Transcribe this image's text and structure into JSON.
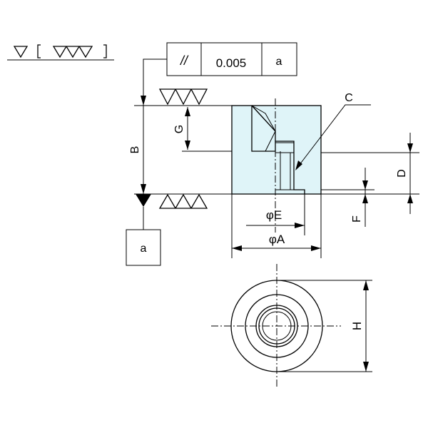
{
  "surface_finish": {
    "general_symbol": "▽",
    "bracket_open": "(",
    "bracket_close": ")",
    "bracket_symbol": "▽▽▽"
  },
  "tolerance_frame": {
    "characteristic_symbol": "//",
    "tolerance": "0.005",
    "datum": "a"
  },
  "datum_box": {
    "label": "a"
  },
  "dimensions": {
    "B": "B",
    "G": "G",
    "D": "D",
    "F": "F",
    "E": "φE",
    "A": "φA",
    "H": "H",
    "C": "C"
  },
  "colors": {
    "part_fill": "#dff4f8",
    "line": "#000000"
  }
}
